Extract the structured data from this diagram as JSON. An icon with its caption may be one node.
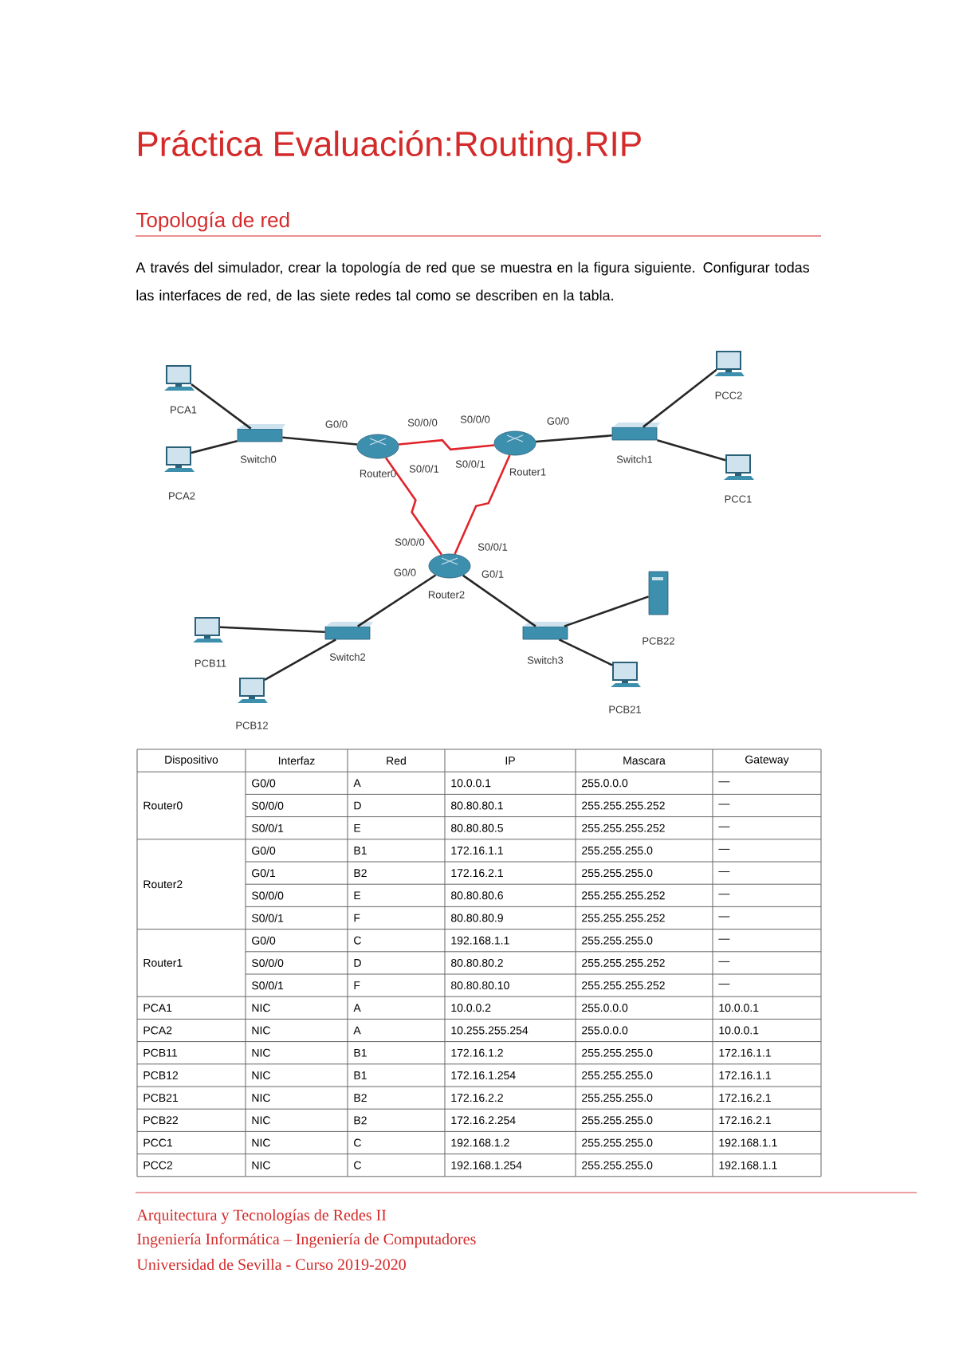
{
  "diagram": {
    "title": "Práctica Evaluación:Routing.RIP",
    "nodes": [
      {
        "text": [
          "PCA1"
        ]
      },
      {
        "text": [
          "PCC2"
        ]
      },
      {
        "text": [
          "Switch0"
        ]
      },
      {
        "text": [
          "Router0"
        ]
      },
      {
        "text": [
          "Router1"
        ]
      },
      {
        "text": [
          "Switch1"
        ]
      },
      {
        "text": [
          "PCA2"
        ]
      },
      {
        "text": [
          "PCC1"
        ]
      },
      {
        "text": [
          "Router2"
        ]
      },
      {
        "text": [
          "PCB22"
        ]
      },
      {
        "text": [
          "Switch2"
        ]
      },
      {
        "text": [
          "Switch3"
        ]
      },
      {
        "text": [
          "PCB11"
        ]
      },
      {
        "text": [
          "PCB21"
        ]
      },
      {
        "text": [
          "PCB12"
        ]
      }
    ],
    "edges": [
      {
        "from": 0,
        "to": 2,
        "arrow": "none"
      },
      {
        "from": 6,
        "to": 2,
        "arrow": "none"
      },
      {
        "from": 2,
        "to": 3,
        "arrow": "none"
      },
      {
        "from": 3,
        "to": 4,
        "arrow": "none",
        "color": "#e0242a"
      },
      {
        "from": 4,
        "to": 5,
        "arrow": "none"
      },
      {
        "from": 5,
        "to": 1,
        "arrow": "none"
      },
      {
        "from": 5,
        "to": 7,
        "arrow": "none"
      },
      {
        "from": 3,
        "to": 8,
        "arrow": "none",
        "color": "#e0242a"
      },
      {
        "from": 4,
        "to": 8,
        "arrow": "none",
        "color": "#e0242a"
      },
      {
        "from": 8,
        "to": 10,
        "arrow": "none"
      },
      {
        "from": 8,
        "to": 11,
        "arrow": "none"
      },
      {
        "from": 10,
        "to": 12,
        "arrow": "none"
      },
      {
        "from": 10,
        "to": 14,
        "arrow": "none"
      },
      {
        "from": 11,
        "to": 9,
        "arrow": "none"
      },
      {
        "from": 11,
        "to": 13,
        "arrow": "none"
      }
    ],
    "labels": [
      "Topología de red",
      "A través del simulador, crear la topología de red que se muestra en la figura siguiente. Configurar todas las interfaces de red, de las siete redes tal como se describen en la tabla.",
      "G0/0",
      "S0/0/0",
      "S0/0/0",
      "G0/0",
      "S0/0/1",
      "S0/0/1",
      "S0/0/0",
      "S0/0/1",
      "G0/0",
      "G0/1",
      "Dispositivo",
      "Interfaz",
      "Red",
      "IP",
      "Mascara",
      "Gateway",
      "Router0",
      "G0/0",
      "A",
      "10.0.0.1",
      "255.0.0.0",
      "—",
      "S0/0/0",
      "D",
      "80.80.80.1",
      "255.255.255.252",
      "—",
      "S0/0/1",
      "E",
      "80.80.80.5",
      "255.255.255.252",
      "—",
      "Router2",
      "G0/0",
      "B1",
      "172.16.1.1",
      "255.255.255.0",
      "—",
      "G0/1",
      "B2",
      "172.16.2.1",
      "255.255.255.0",
      "—",
      "S0/0/0",
      "E",
      "80.80.80.6",
      "255.255.255.252",
      "—",
      "S0/0/1",
      "F",
      "80.80.80.9",
      "255.255.255.252",
      "—",
      "Router1",
      "G0/0",
      "C",
      "192.168.1.1",
      "255.255.255.0",
      "—",
      "S0/0/0",
      "D",
      "80.80.80.2",
      "255.255.255.252",
      "—",
      "S0/0/1",
      "F",
      "80.80.80.10",
      "255.255.255.252",
      "—",
      "PCA1",
      "NIC",
      "A",
      "10.0.0.2",
      "255.0.0.0",
      "10.0.0.1",
      "PCA2",
      "NIC",
      "A",
      "10.255.255.254",
      "255.0.0.0",
      "10.0.0.1",
      "PCB11",
      "NIC",
      "B1",
      "172.16.1.2",
      "255.255.255.0",
      "172.16.1.1",
      "PCB12",
      "NIC",
      "B1",
      "172.16.1.254",
      "255.255.255.0",
      "172.16.1.1",
      "PCB21",
      "NIC",
      "B2",
      "172.16.2.2",
      "255.255.255.0",
      "172.16.2.1",
      "PCB22",
      "NIC",
      "B2",
      "172.16.2.254",
      "255.255.255.0",
      "172.16.2.1",
      "PCC1",
      "NIC",
      "C",
      "192.168.1.2",
      "255.255.255.0",
      "192.168.1.1",
      "PCC2",
      "NIC",
      "C",
      "192.168.1.254",
      "255.255.255.0",
      "192.168.1.1",
      "Arquitectura y Tecnologías de Redes II",
      "Ingeniería Informática – Ingeniería de Computadores",
      "Universidad de Sevilla - Curso 2019-2020"
    ]
  }
}
